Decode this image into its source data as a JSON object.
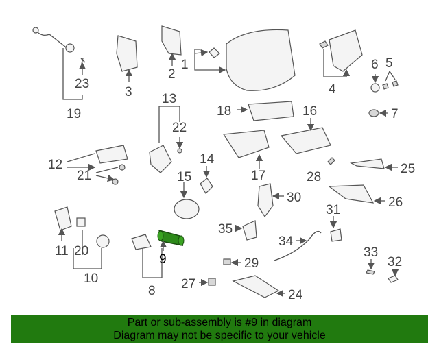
{
  "diagram": {
    "callouts": [
      "1",
      "2",
      "3",
      "4",
      "5",
      "6",
      "7",
      "8",
      "9",
      "10",
      "11",
      "12",
      "13",
      "14",
      "15",
      "16",
      "17",
      "18",
      "19",
      "20",
      "21",
      "22",
      "23",
      "24",
      "25",
      "26",
      "27",
      "28",
      "29",
      "30",
      "31",
      "32",
      "33",
      "34",
      "35"
    ],
    "highlighted_part": "9",
    "highlight_color": "#2d8a1a"
  },
  "footer": {
    "line1": "Part or sub-assembly is #9 in diagram",
    "line2": "Diagram may not be specific to your vehicle",
    "background": "#217a0f"
  }
}
